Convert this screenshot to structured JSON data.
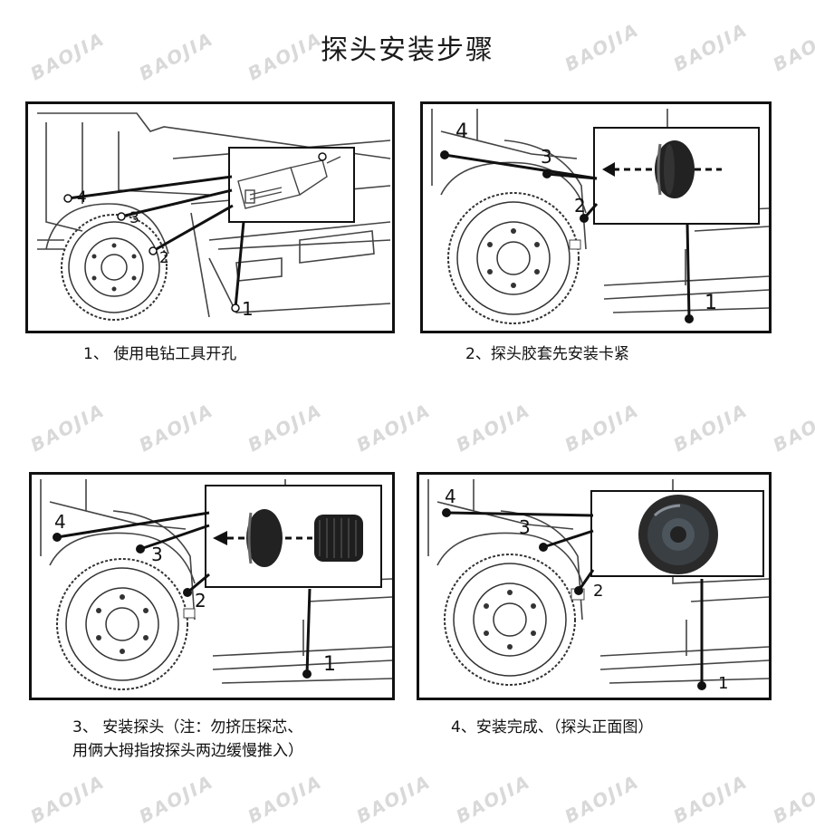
{
  "page": {
    "title": "探头安装步骤"
  },
  "watermark": {
    "text": "BAOJIA"
  },
  "steps": [
    {
      "caption": [
        "1、 使用电钻工具开孔"
      ],
      "markers": [
        "4",
        "3",
        "2",
        "1"
      ]
    },
    {
      "caption": [
        "2、探头胶套先安装卡紧"
      ],
      "markers": [
        "4",
        "3",
        "2",
        "1"
      ]
    },
    {
      "caption": [
        "3、 安装探头（注：勿挤压探芯、",
        "用俩大拇指按探头两边缓慢推入）"
      ],
      "markers": [
        "4",
        "3",
        "2",
        "1"
      ]
    },
    {
      "caption": [
        "4、安装完成、（探头正面图）"
      ],
      "markers": [
        "4",
        "3",
        "2",
        "1"
      ]
    }
  ]
}
